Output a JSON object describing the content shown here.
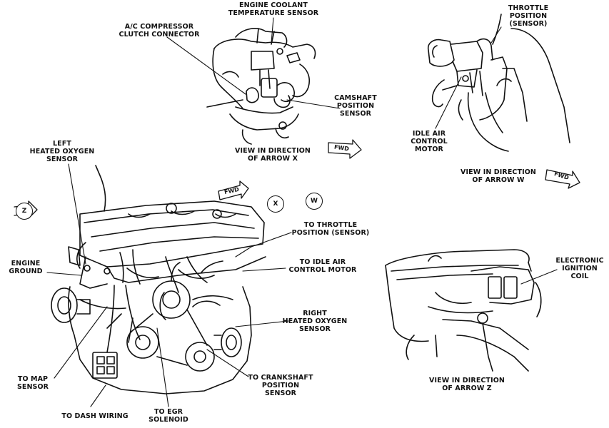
{
  "labels": {
    "engine_coolant": "ENGINE COOLANT\nTEMPERATURE SENSOR",
    "ac_compressor": "A/C COMPRESSOR\nCLUTCH CONNECTOR",
    "camshaft": "CAMSHAFT\nPOSITION\nSENSOR",
    "view_x": "VIEW IN DIRECTION\nOF ARROW X",
    "throttle_position": "THROTTLE\nPOSITION\n(SENSOR)",
    "idle_air": "IDLE AIR\nCONTROL\nMOTOR",
    "view_w": "VIEW IN DIRECTION\nOF ARROW W",
    "left_o2": "LEFT\nHEATED OXYGEN\nSENSOR",
    "engine_ground": "ENGINE\nGROUND",
    "to_throttle": "TO THROTTLE\nPOSITION (SENSOR)",
    "to_idle_air": "TO IDLE AIR\nCONTROL MOTOR",
    "right_o2": "RIGHT\nHEATED OXYGEN\nSENSOR",
    "to_map": "TO MAP\nSENSOR",
    "to_crankshaft": "TO CRANKSHAFT\nPOSITION\nSENSOR",
    "to_dash": "TO DASH WIRING",
    "to_egr": "TO EGR\nSOLENOID",
    "electronic_ignition": "ELECTRONIC\nIGNITION\nCOIL",
    "view_z": "VIEW IN DIRECTION\nOF ARROW Z"
  },
  "markers": {
    "fwd": "FWD",
    "z": "Z",
    "x": "X",
    "w": "W"
  }
}
